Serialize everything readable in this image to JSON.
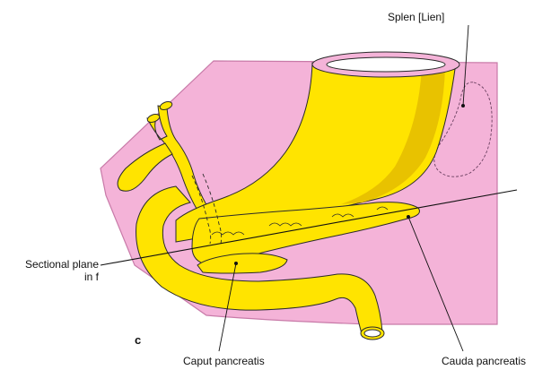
{
  "panel_letter": "c",
  "labels": {
    "spleen": "Splen [Lien]",
    "sectional_plane_line1": "Sectional plane",
    "sectional_plane_line2": "in f",
    "caput": "Caput pancreatis",
    "cauda": "Cauda pancreatis"
  },
  "colors": {
    "peritoneum": "#f4b3d8",
    "peritoneum_edge": "#c87aa8",
    "organ_yellow": "#ffe400",
    "organ_shadow": "#e8c200",
    "organ_highlight": "#fff6a0",
    "outline": "#2a2a2a"
  }
}
